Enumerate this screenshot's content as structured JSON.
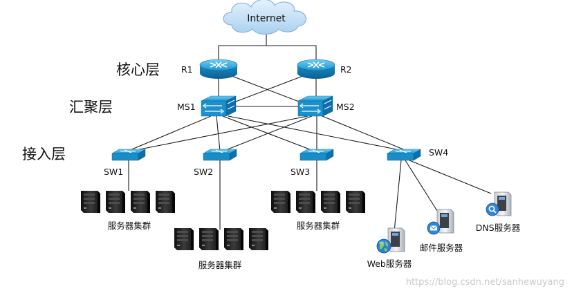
{
  "internet": {
    "label": "Internet"
  },
  "layers": {
    "core": "核心层",
    "aggregation": "汇聚层",
    "access": "接入层"
  },
  "routers": {
    "r1": "R1",
    "r2": "R2"
  },
  "multilayer_switches": {
    "ms1": "MS1",
    "ms2": "MS2"
  },
  "access_switches": {
    "sw1": "SW1",
    "sw2": "SW2",
    "sw3": "SW3",
    "sw4": "SW4"
  },
  "server_clusters": [
    "服务器集群",
    "服务器集群",
    "服务器集群"
  ],
  "servers": {
    "web": "Web服务器",
    "mail": "邮件服务器",
    "dns": "DNS服务器"
  },
  "watermark": "https://blog.csdn.net/sanhewuyang",
  "colors": {
    "device_blue": "#1d9ad6",
    "cloud_blue": "#bcdcf4",
    "server_dark": "#232323"
  }
}
